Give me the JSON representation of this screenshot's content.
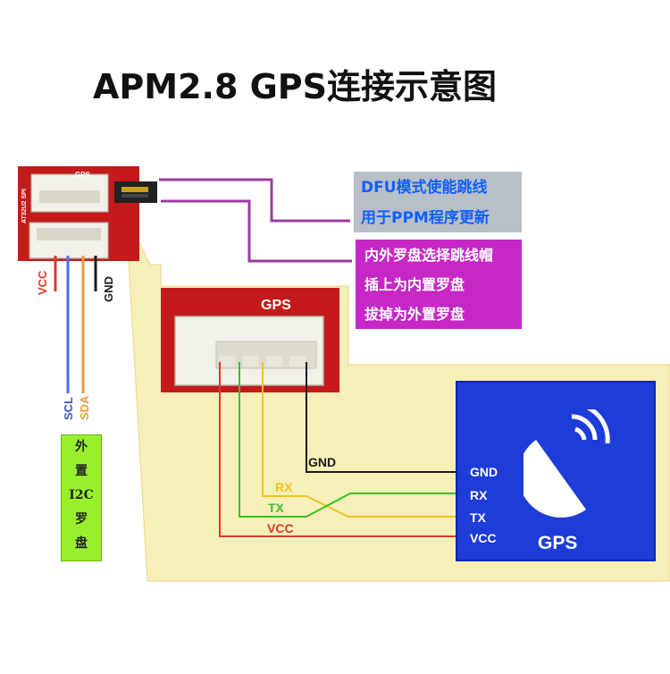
{
  "title": "APM2.8 GPS连接示意图",
  "notes": {
    "dfu": [
      "DFU模式使能跳线",
      "用于PPM程序更新"
    ],
    "compass": [
      "内外罗盘选择跳线帽",
      "插上为内置罗盘",
      "拔掉为外置罗盘"
    ]
  },
  "board": {
    "small_gps_label": "GPS",
    "small_chip_label": "AT32U2 SPI",
    "zoom_gps_label": "GPS"
  },
  "i2c_wires": {
    "vcc": "VCC",
    "gnd": "GND",
    "scl": "SCL",
    "sda": "SDA"
  },
  "i2c_compass_label": [
    "外",
    "置",
    "I2C",
    "罗",
    "盘"
  ],
  "wires": {
    "gnd": "GND",
    "rx": "RX",
    "tx": "TX",
    "vcc": "VCC"
  },
  "gps_module": {
    "pins": [
      "GND",
      "RX",
      "TX",
      "VCC"
    ],
    "name": "GPS"
  },
  "colors": {
    "board_red": "#c51a1a",
    "connector_white": "#f1f0e9",
    "highlight_yellow": "#f7efb8",
    "leader_purple": "#9a3ca0",
    "wire_red": "#d83a2e",
    "wire_green": "#35c02c",
    "wire_yellow": "#f2c023",
    "wire_black": "#1a1a1a",
    "wire_blue": "#4f6fe8",
    "wire_orange": "#f09a3a",
    "gps_blue": "#1e3cd8",
    "i2c_green": "#98f02c",
    "note_grey": "#b9bfc6",
    "note_magenta": "#c727c7"
  },
  "icons": [
    "satellite-dish-icon"
  ]
}
